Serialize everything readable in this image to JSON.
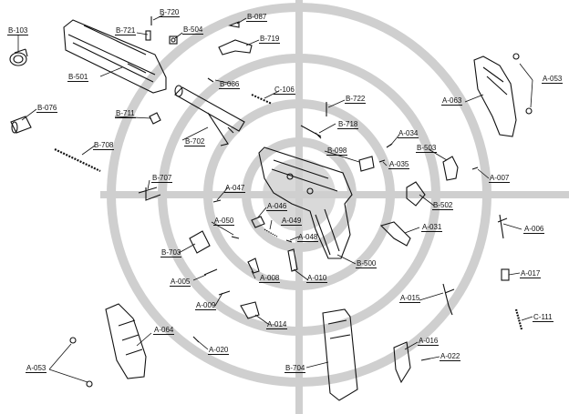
{
  "colors": {
    "ink": "#111111",
    "target": "#c9c9c9",
    "background": "#ffffff"
  },
  "labels": {
    "b720": "B-720",
    "b087": "B-087",
    "b103": "B-103",
    "b721": "B-721",
    "b504": "B-504",
    "b719": "B-719",
    "a053_top": "A-053",
    "b501": "B-501",
    "b086": "B-086",
    "c106": "C-106",
    "b722": "B-722",
    "a063": "A-063",
    "b076": "B-076",
    "b711": "B-711",
    "b718": "B-718",
    "a034": "A-034",
    "b702": "B-702",
    "b708": "B-708",
    "b098": "B-098",
    "b503": "B-503",
    "a035": "A-035",
    "a007": "A-007",
    "b707": "B-707",
    "a047": "A-047",
    "b502": "B-502",
    "a046": "A-046",
    "a049": "A-049",
    "a050": "A-050",
    "a031": "A-031",
    "a006": "A-006",
    "a048": "A-048",
    "b703": "B-703",
    "b500": "B-500",
    "a017": "A-017",
    "a005": "A-005",
    "a008": "A-008",
    "a010": "A-010",
    "a015": "A-015",
    "a009": "A-009",
    "a014": "A-014",
    "c111": "C-111",
    "a064": "A-064",
    "a016": "A-016",
    "a053_bottom": "A-053",
    "a020": "A-020",
    "a022": "A-022",
    "b704": "B-704"
  }
}
